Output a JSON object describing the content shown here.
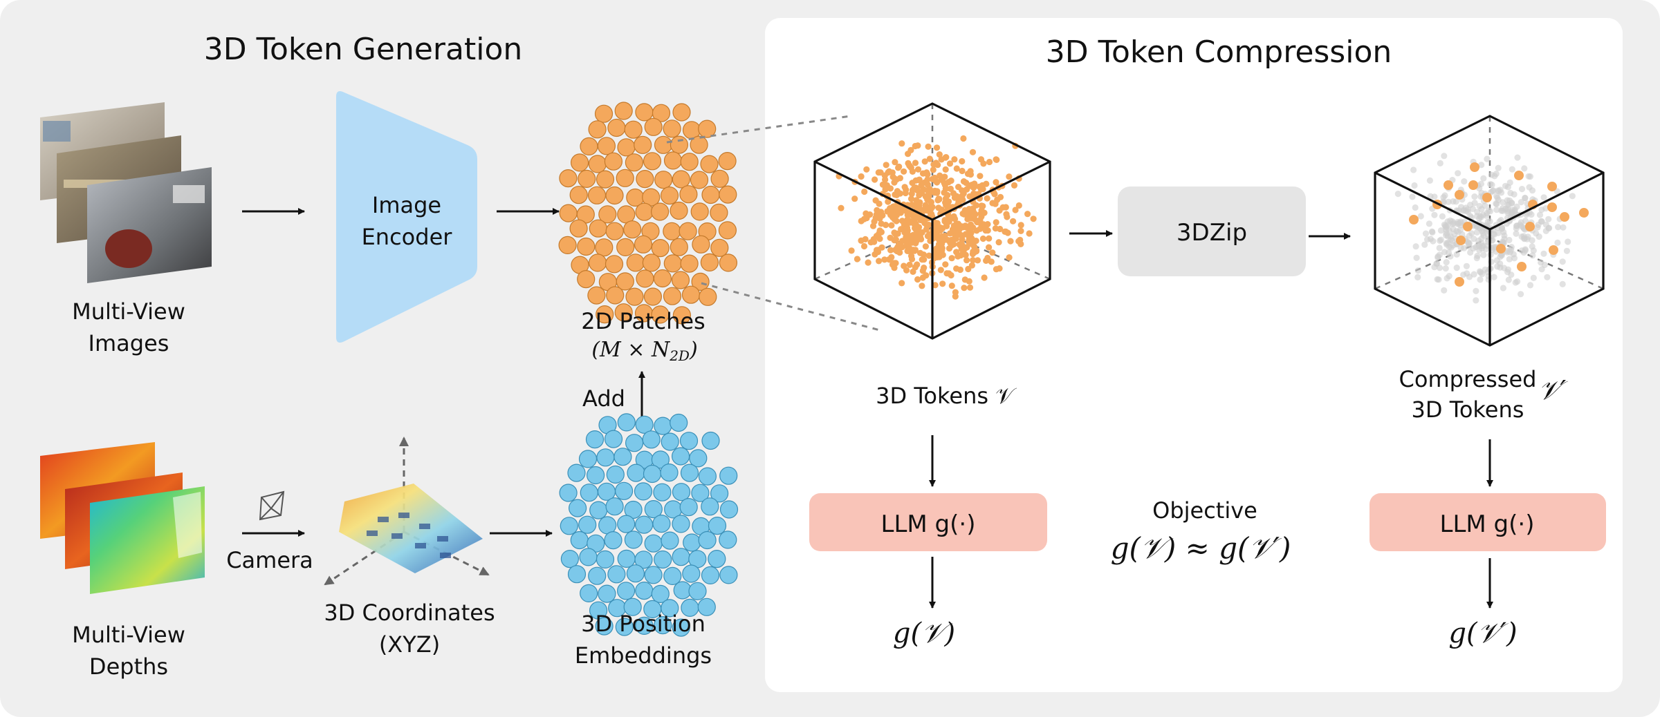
{
  "left_panel": {
    "title": "3D Token Generation",
    "multiview_images_label": [
      "Multi-View",
      "Images"
    ],
    "image_encoder_label": [
      "Image",
      "Encoder"
    ],
    "patches_label": "2D Patches",
    "patches_dims": "(M × N2D)",
    "add_label": "Add",
    "multiview_depths_label": [
      "Multi-View",
      "Depths"
    ],
    "camera_label": "Camera",
    "coords_label": [
      "3D Coordinates",
      "(XYZ)"
    ],
    "pos_emb_label": [
      "3D Position",
      "Embeddings"
    ]
  },
  "right_panel": {
    "title": "3D Token Compression",
    "zip_label": "3DZip",
    "tokens_label": "3D Tokens 𝒱",
    "compressed_label": [
      "Compressed",
      "3D Tokens"
    ],
    "compressed_symbol": "𝒱′",
    "llm_left": "LLM g(·)",
    "llm_right": "LLM g(·)",
    "out_left": "g(𝒱)",
    "out_right": "g(𝒱′)",
    "objective_label": "Objective",
    "objective_formula": "g(𝒱) ≈ g(𝒱′)"
  },
  "colors": {
    "background": "#efefef",
    "panel": "#ffffff",
    "encoder": "#b5dcf7",
    "orange": "#f4a85c",
    "orange_stroke": "#c47a2c",
    "blue": "#7cc8ea",
    "blue_stroke": "#3a8fb7",
    "llm": "#f9c4b8",
    "zip": "#e5e5e5"
  }
}
